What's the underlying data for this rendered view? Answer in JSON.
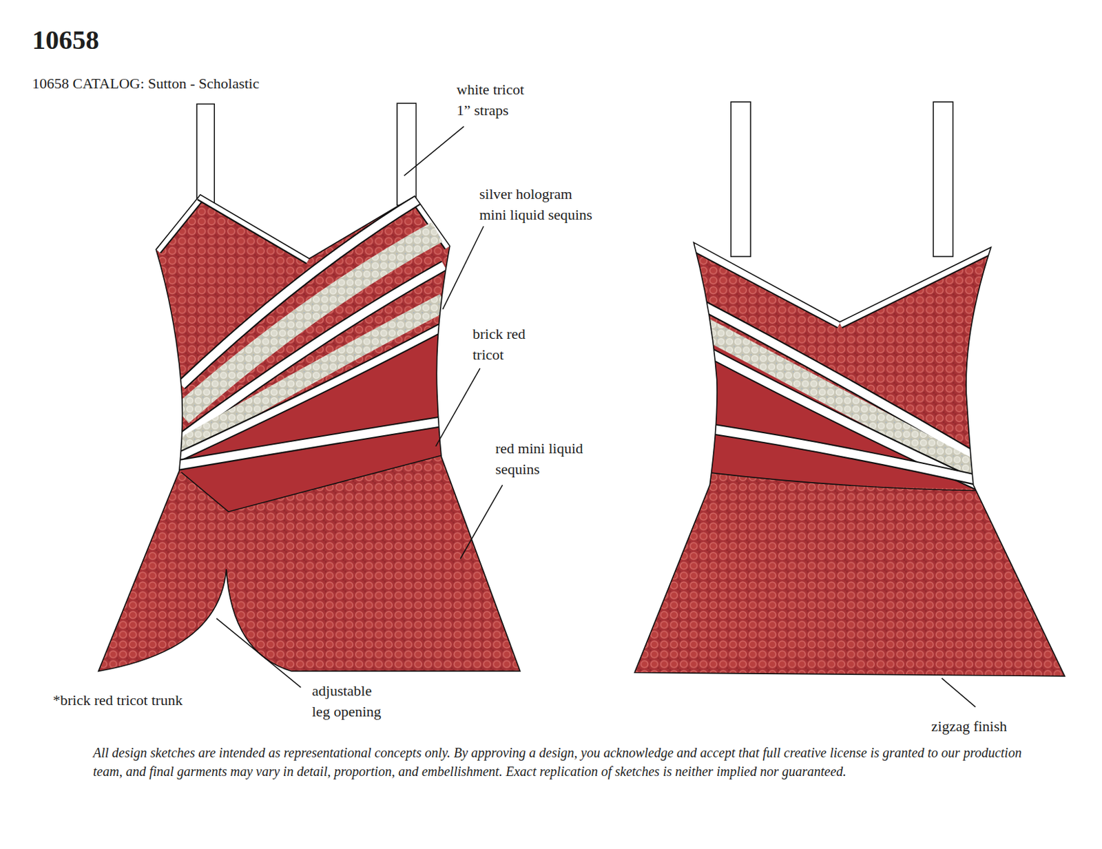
{
  "diagram": {
    "title": "10658",
    "caption": "All design sketches are intended as representational concepts only. By approving a design, you acknowledge and accept that full creative license is granted to our production team, and final garments may vary in detail, proportion, and embellishment. Exact replication of sketches is neither implied nor guaranteed.",
    "labels": [
      "10658 CATALOG: Sutton - Scholastic",
      "white tricot 1” straps",
      "silver hologram mini liquid sequins",
      "brick red tricot",
      "red mini liquid sequins",
      "*brick red tricot trunk",
      "adjustable leg opening",
      "zigzag finish"
    ]
  }
}
